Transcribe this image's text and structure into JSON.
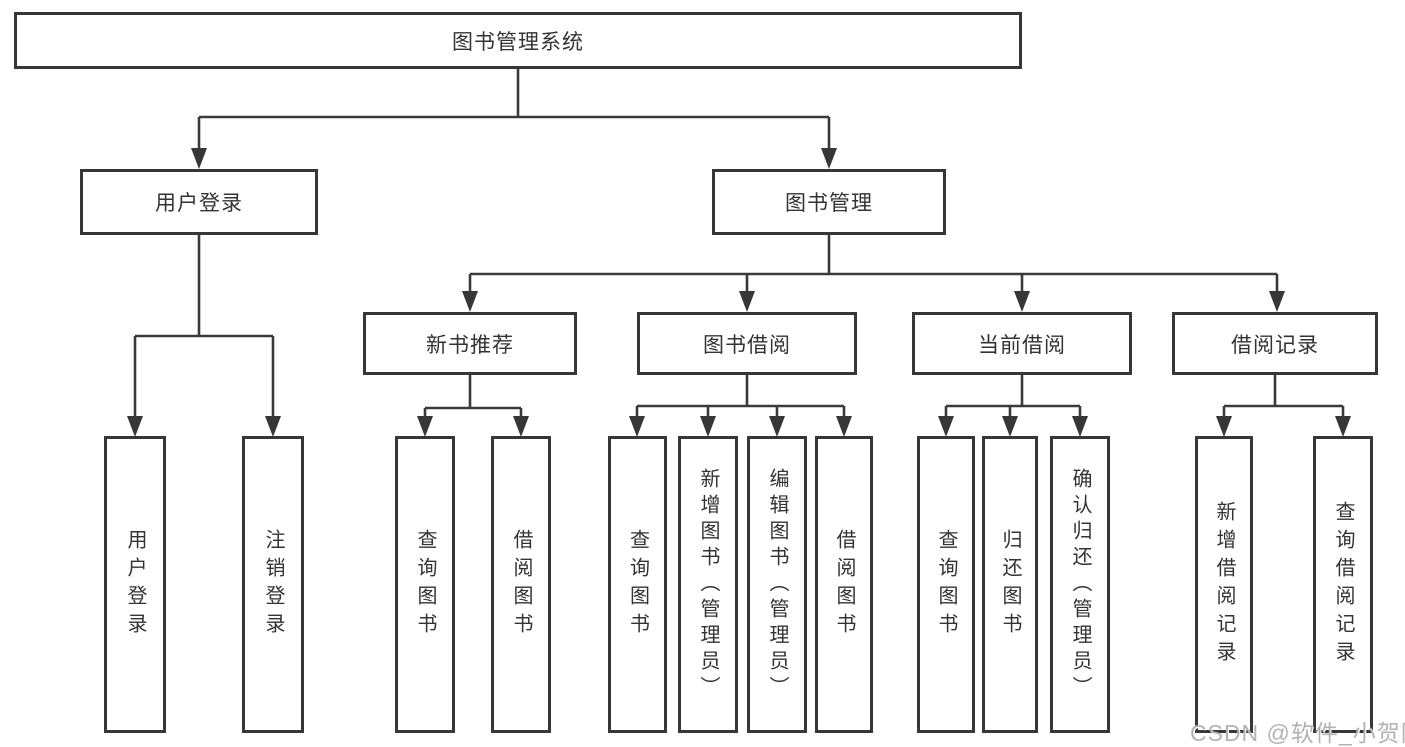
{
  "diagram": {
    "type": "tree",
    "watermark": "CSDN @软件_小贺同学",
    "colors": {
      "line": "#3a3a3a",
      "box_border": "#373737",
      "text": "#333333",
      "watermark": "#b3b3b3",
      "background": "#ffffff"
    },
    "nodes": {
      "root": {
        "label": "图书管理系统",
        "level": 1,
        "parent": null
      },
      "login": {
        "label": "用户登录",
        "level": 2,
        "parent": "root"
      },
      "mgmt": {
        "label": "图书管理",
        "level": 2,
        "parent": "root"
      },
      "recommend": {
        "label": "新书推荐",
        "level": 3,
        "parent": "mgmt"
      },
      "borrow": {
        "label": "图书借阅",
        "level": 3,
        "parent": "mgmt"
      },
      "current": {
        "label": "当前借阅",
        "level": 3,
        "parent": "mgmt"
      },
      "records": {
        "label": "借阅记录",
        "level": 3,
        "parent": "mgmt"
      },
      "leaf_user_login": {
        "label": "用户登录",
        "level": 4,
        "parent": "login"
      },
      "leaf_logout": {
        "label": "注销登录",
        "level": 4,
        "parent": "login"
      },
      "leaf_rec_query": {
        "label": "查询图书",
        "level": 4,
        "parent": "recommend"
      },
      "leaf_rec_borrow": {
        "label": "借阅图书",
        "level": 4,
        "parent": "recommend"
      },
      "leaf_bor_query": {
        "label": "查询图书",
        "level": 4,
        "parent": "borrow"
      },
      "leaf_bor_add": {
        "label": "新增图书（管理员）",
        "level": 4,
        "parent": "borrow"
      },
      "leaf_bor_edit": {
        "label": "编辑图书（管理员）",
        "level": 4,
        "parent": "borrow"
      },
      "leaf_bor_borrow": {
        "label": "借阅图书",
        "level": 4,
        "parent": "borrow"
      },
      "leaf_cur_query": {
        "label": "查询图书",
        "level": 4,
        "parent": "current"
      },
      "leaf_cur_return": {
        "label": "归还图书",
        "level": 4,
        "parent": "current"
      },
      "leaf_cur_confirm": {
        "label": "确认归还（管理员）",
        "level": 4,
        "parent": "current"
      },
      "leaf_log_add": {
        "label": "新增借阅记录",
        "level": 4,
        "parent": "records"
      },
      "leaf_log_query": {
        "label": "查询借阅记录",
        "level": 4,
        "parent": "records"
      }
    }
  }
}
